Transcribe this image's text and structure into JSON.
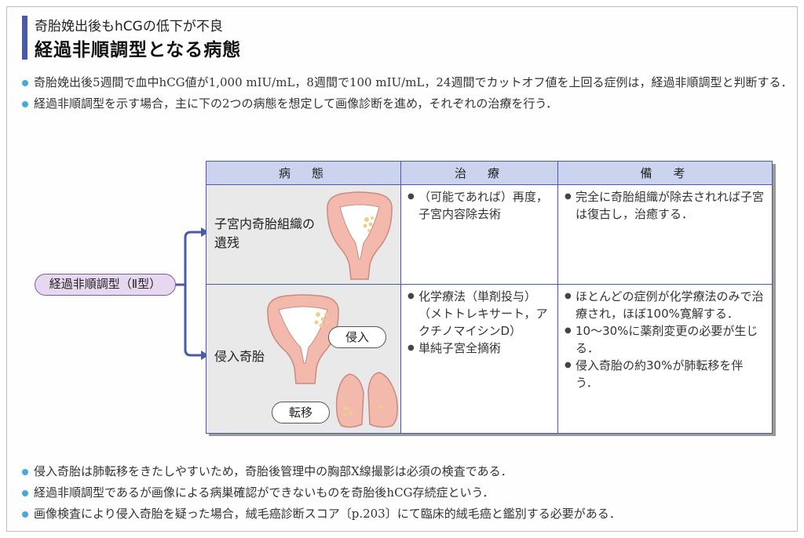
{
  "header": {
    "subtitle": "奇胎娩出後もhCGの低下が不良",
    "title": "経過非順調型となる病態"
  },
  "top_bullets": [
    "奇胎娩出後5週間で血中hCG値が1,000 mIU/mL，8週間で100 mIU/mL，24週間でカットオフ値を上回る症例は，経過非順調型と判断する．",
    "経過非順調型を示す場合，主に下の2つの病態を想定して画像診断を進め，それぞれの治療を行う．"
  ],
  "diagram": {
    "pill_label": "経過非順調型（Ⅱ型）",
    "table": {
      "headers": [
        "病　態",
        "治　療",
        "備　考"
      ],
      "rows": [
        {
          "condition": "子宮内奇胎組織の遺残",
          "condition_lines": [
            "子宮内奇胎組織の",
            "遺残"
          ],
          "treatment": [
            "（可能であれば）再度，子宮内容除去術"
          ],
          "notes": [
            "完全に奇胎組織が除去されれば子宮は復古し，治癒する．"
          ]
        },
        {
          "condition": "侵入奇胎",
          "condition_lines": [
            "侵入奇胎"
          ],
          "treatment": [
            "化学療法（単剤投与）（メトトレキサート，アクチノマイシンD）",
            "単純子宮全摘術"
          ],
          "notes": [
            "ほとんどの症例が化学療法のみで治療され，ほぼ100%寛解する．",
            "10〜30%に薬剤変更の必要が生じる．",
            "侵入奇胎の約30%が肺転移を伴う．"
          ]
        }
      ]
    },
    "callouts": {
      "invasion": "侵入",
      "metastasis": "転移"
    },
    "colors": {
      "table_border": "#4a5aa8",
      "header_fill": "#ccd3ee",
      "pill_fill": "#e7d8f0",
      "arrow": "#4a5aa8",
      "uterus_pink": "#f3b9ad",
      "bullet_dot": "#4aa8d8"
    }
  },
  "bottom_bullets": [
    "侵入奇胎は肺転移をきたしやすいため，奇胎後管理中の胸部X線撮影は必須の検査である．",
    "経過非順調型であるが画像による病巣確認ができないものを奇胎後hCG存続症という．",
    "画像検査により侵入奇胎を疑った場合，絨毛癌診断スコア〔p.203〕にて臨床的絨毛癌と鑑別する必要がある．"
  ]
}
